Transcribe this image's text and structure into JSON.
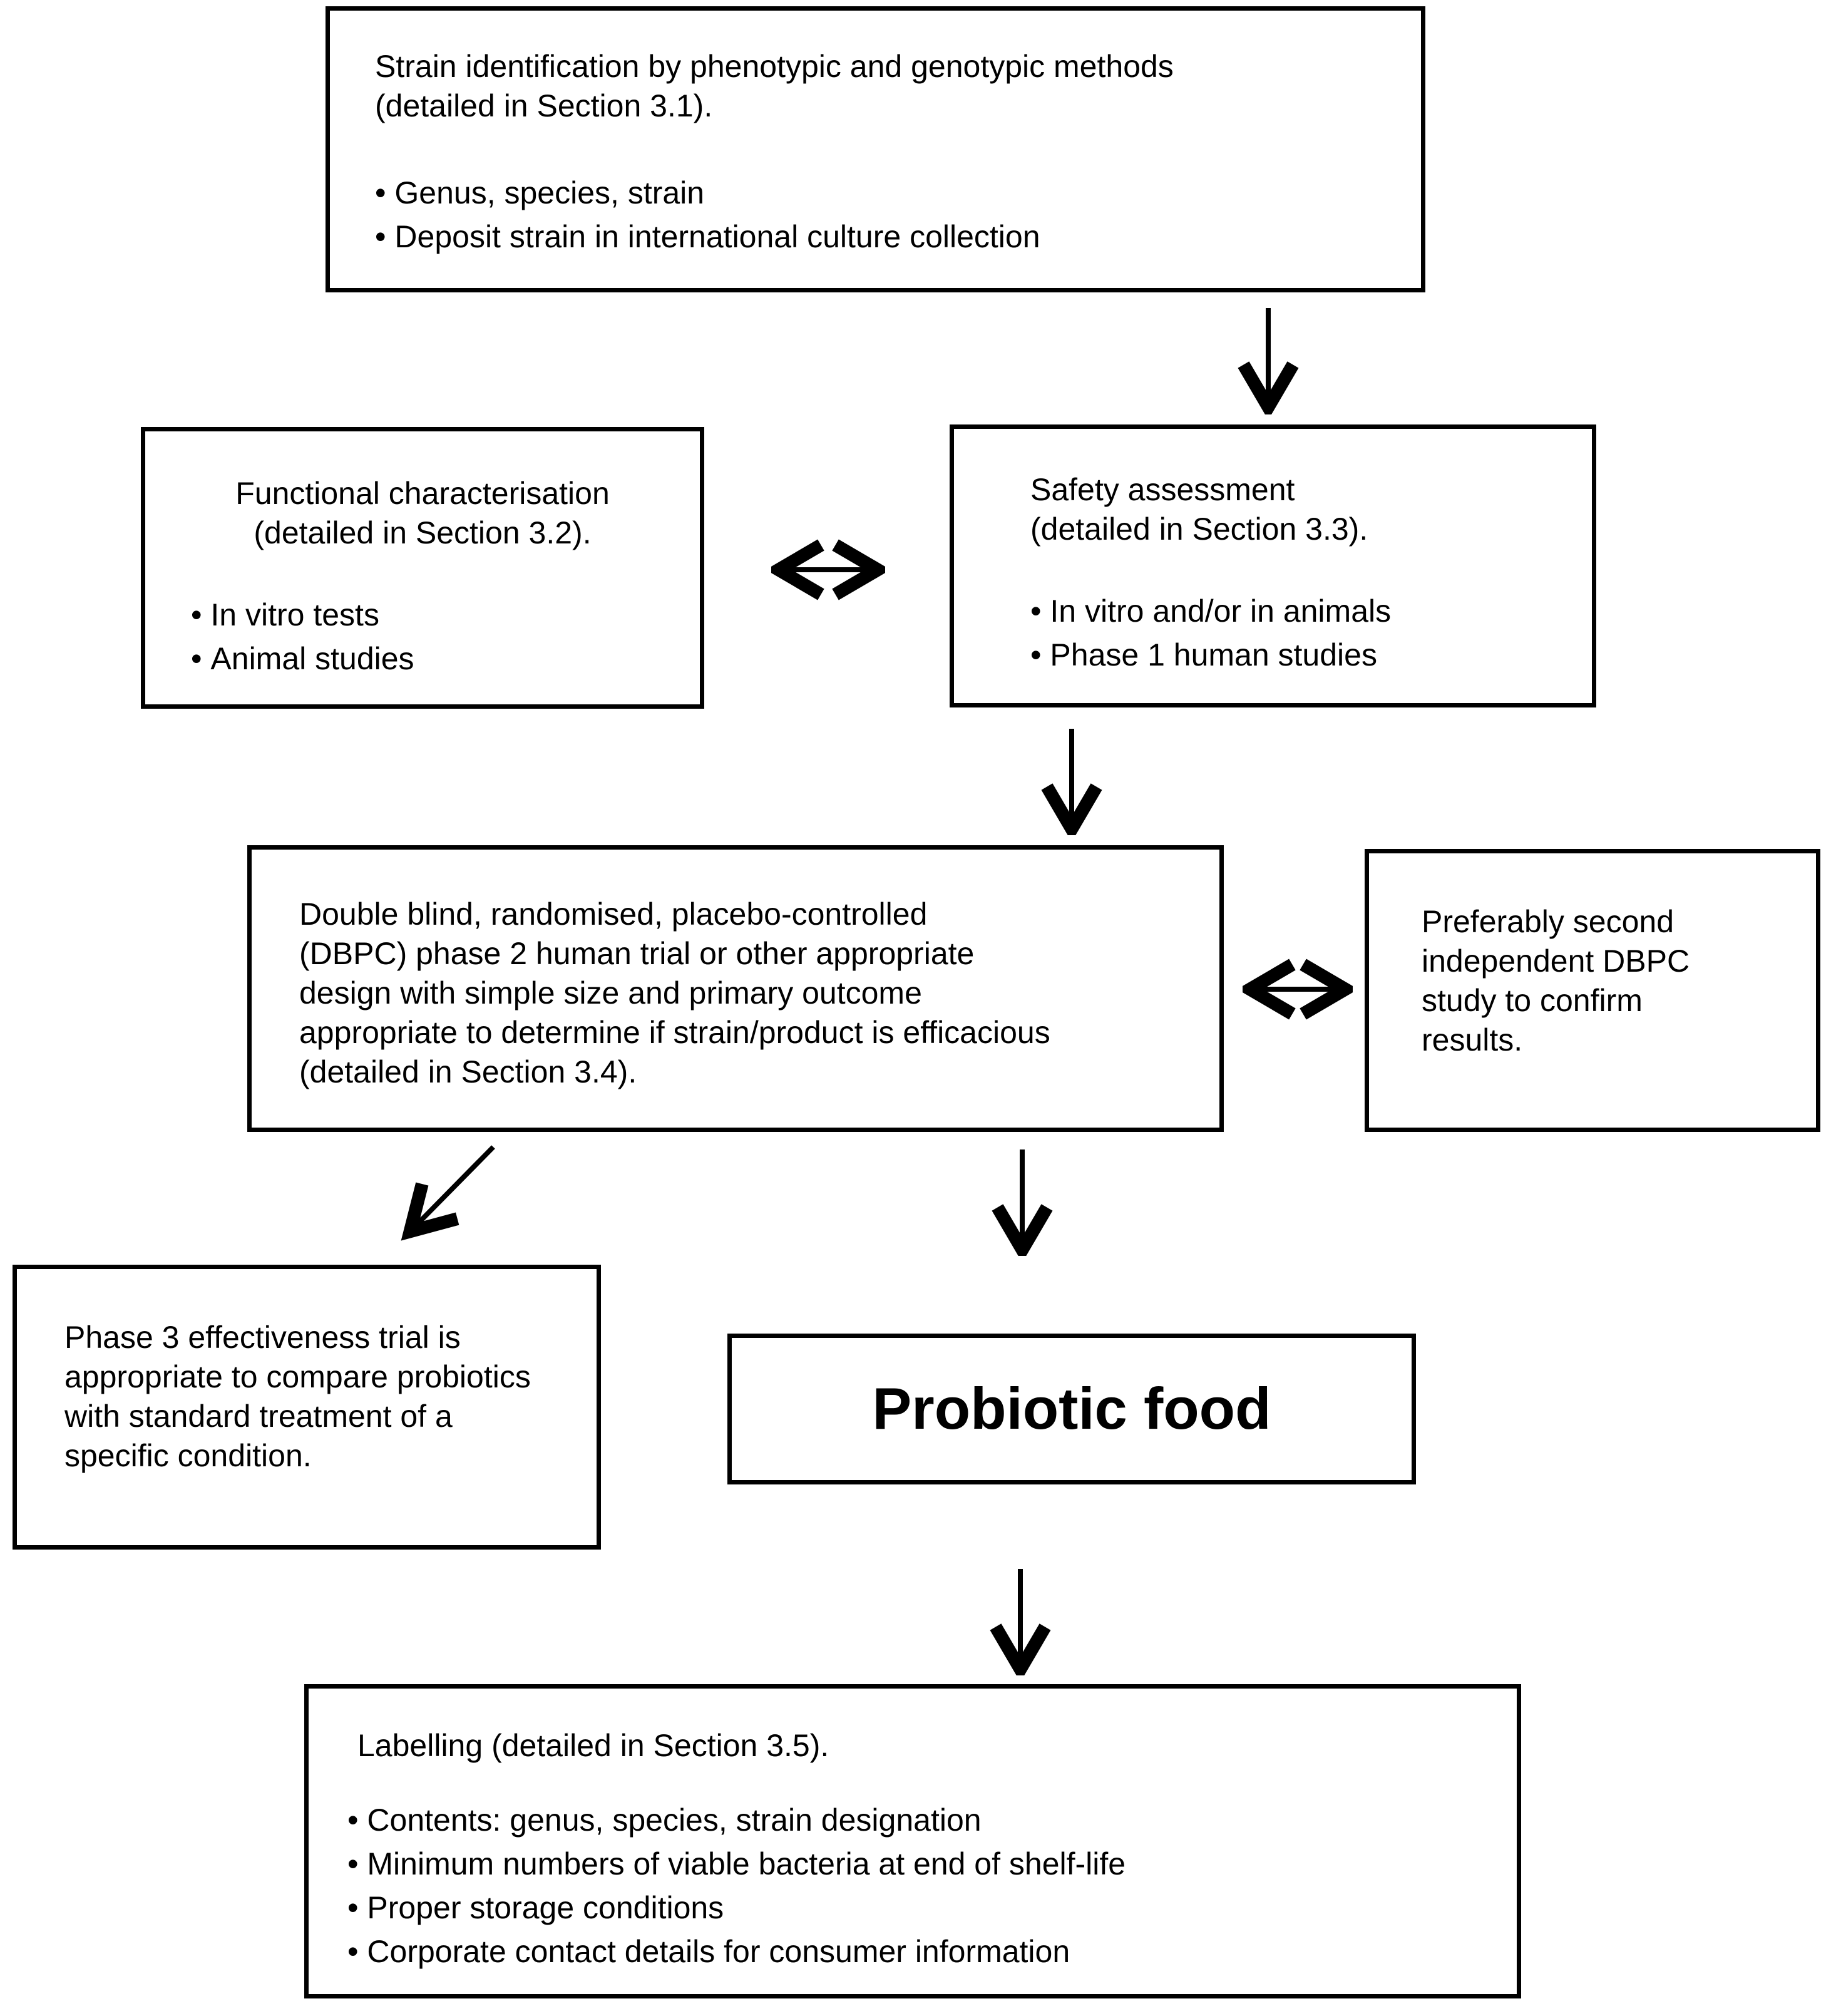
{
  "colors": {
    "ink": "#000000",
    "background": "#ffffff"
  },
  "boxes": {
    "strain": {
      "lines": [
        "Strain identification by phenotypic and genotypic methods",
        "(detailed in Section 3.1)."
      ],
      "bullets": [
        "Genus, species, strain",
        "Deposit strain in international culture collection"
      ]
    },
    "functional": {
      "lines": [
        "Functional characterisation",
        "(detailed in Section 3.2)."
      ],
      "bullets": [
        "In vitro tests",
        "Animal studies"
      ]
    },
    "safety": {
      "lines": [
        "Safety assessment",
        "(detailed in Section 3.3)."
      ],
      "bullets": [
        "In vitro and/or in animals",
        "Phase 1 human studies"
      ]
    },
    "dbpc": {
      "lines": [
        "Double blind, randomised, placebo-controlled",
        "(DBPC) phase 2 human trial or other appropriate",
        "design with simple size and primary outcome",
        "appropriate to determine if strain/product is efficacious",
        "(detailed in Section 3.4)."
      ]
    },
    "second_study": {
      "lines": [
        "Preferably second",
        "independent DBPC",
        "study to confirm",
        "results."
      ]
    },
    "phase3": {
      "lines": [
        "Phase 3 effectiveness trial is",
        "appropriate to compare probiotics",
        "with standard treatment of a",
        "specific condition."
      ]
    },
    "probiotic": {
      "label": "Probiotic food"
    },
    "labelling": {
      "lines": [
        "Labelling (detailed in Section 3.5)."
      ],
      "bullets": [
        "Contents: genus, species, strain designation",
        "Minimum numbers of viable bacteria at end of shelf-life",
        "Proper storage conditions",
        "Corporate contact details for consumer information"
      ]
    }
  }
}
